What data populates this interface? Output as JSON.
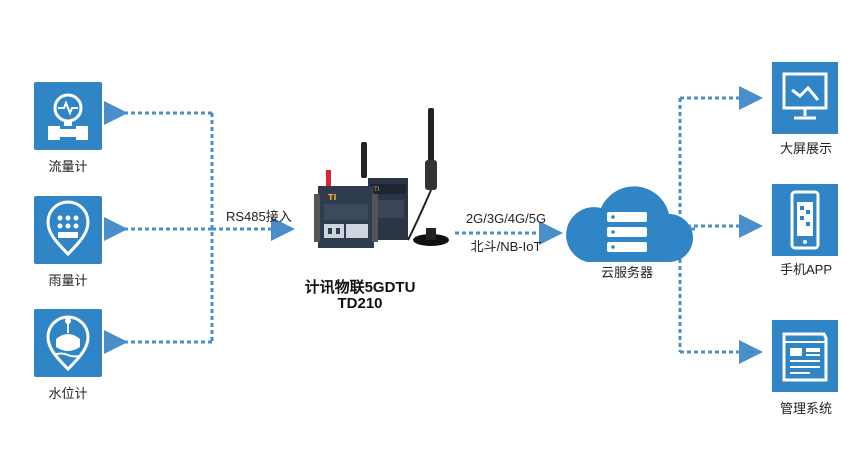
{
  "sensors": {
    "flow_meter": "流量计",
    "rain_gauge": "雨量计",
    "water_level_gauge": "水位计"
  },
  "link_left": "RS485接入",
  "device": {
    "title_line1": "计讯物联5GDTU",
    "title_line2": "TD210"
  },
  "link_right": {
    "line1": "2G/3G/4G/5G",
    "line2": "北斗/NB-IoT"
  },
  "cloud_label": "云服务器",
  "outputs": {
    "big_screen": "大屏展示",
    "mobile_app": "手机APP",
    "management_system": "管理系统"
  },
  "colors": {
    "tile_blue": "#2f85c6",
    "line_blue": "#4a8fc9",
    "device_dark": "#2b3545"
  },
  "icons": {
    "flow_meter": "flow-meter-icon",
    "rain_gauge": "rain-gauge-icon",
    "water_level": "water-level-icon",
    "cloud": "cloud-server-icon",
    "big_screen": "monitor-chart-icon",
    "mobile_app": "smartphone-icon",
    "management_system": "dashboard-document-icon"
  }
}
